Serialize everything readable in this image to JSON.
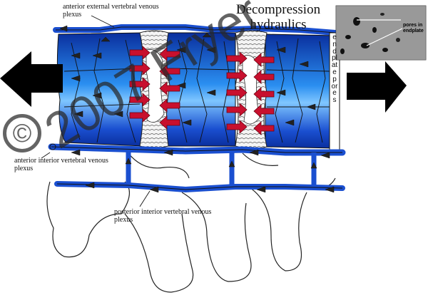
{
  "title": "Decompression hydraulics",
  "labels": {
    "anterior_external": "anterior external vertebral venous plexus",
    "anterior_interior": "anterior interior vertebral venous plexus",
    "posterior_interior": "posterior interior vertebral venous plexus",
    "endplate_pores": "endplatepores",
    "pores_in_endplate": "pores in endplate"
  },
  "watermark": "2007 Fryer",
  "copyright_symbol": "©",
  "colors": {
    "vein_blue": "#1a4fd0",
    "deep_blue": "#0a2f9e",
    "light_blue": "#7fc6ff",
    "arrow_red": "#c8102e",
    "arrow_black": "#000000"
  }
}
